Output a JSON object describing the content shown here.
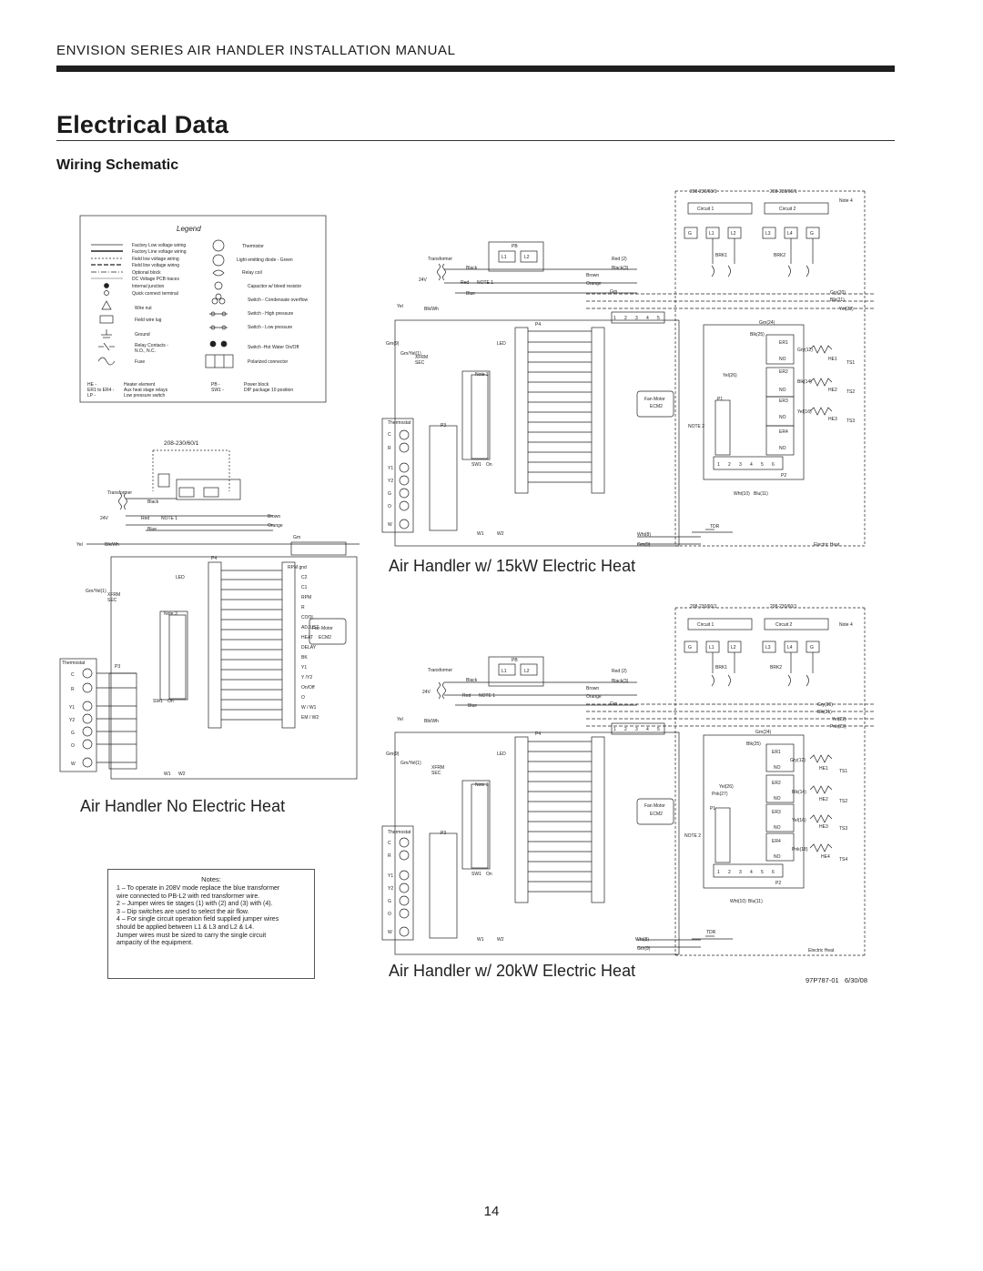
{
  "header": {
    "manual_title": "ENVISION SERIES AIR HANDLER INSTALLATION MANUAL",
    "section_title": "Electrical Data",
    "subsection_title": "Wiring Schematic"
  },
  "legend": {
    "title": "Legend",
    "left_items": [
      "Factory Low voltage wiring",
      "Factory Line voltage wiring",
      "Field low voltage wiring",
      "Field line voltage wiring",
      "Optional block",
      "DC Voltage PCB traces",
      "Internal junction",
      "Quick connect terminal",
      "Wire nut",
      "Field wire lug",
      "Ground",
      "Relay Contacts - N.O., N.C.",
      "Fuse"
    ],
    "right_items": [
      "Thermistor",
      "Light emitting diode - Green",
      "Relay coil",
      "Capacitor w/ bleed resistor",
      "Switch - Condensate overflow",
      "Switch - High pressure",
      "Switch - Low pressure",
      "Switch -Hot Water On/Off",
      "Polarized connector"
    ],
    "abbrev": [
      {
        "code": "HE -",
        "desc": "Heater element"
      },
      {
        "code": "ER1 to ER4 -",
        "desc": "Aux heat stage relays"
      },
      {
        "code": "LP -",
        "desc": "Low pressure switch"
      },
      {
        "code": "PB -",
        "desc": "Power block"
      },
      {
        "code": "SW1 -",
        "desc": "DIP package 10 position"
      }
    ]
  },
  "diagrams": {
    "no_heat": {
      "caption": "Air Handler No Electric Heat",
      "voltage": "208-230/60/1",
      "labels": [
        "Transformer",
        "24V",
        "Black",
        "Red",
        "NOTE 1",
        "Blue",
        "Brown",
        "Orange",
        "Grn",
        "Yel",
        "Blk/Wh",
        "P4",
        "LED",
        "XFRM SEC",
        "Note 3",
        "SW1 On",
        "Thermostat",
        "P3",
        "Fan Motor",
        "ECM2",
        "W1",
        "W2"
      ],
      "terminals": [
        "RPM gnd",
        "C2",
        "C1",
        "RPM",
        "R",
        "COOL",
        "ADJUST",
        "HEAT",
        "DELAY",
        "BK",
        "Y1",
        "Y /Y2",
        "On/Off",
        "O",
        "W / W1",
        "EM / W2"
      ],
      "thermostat": [
        "C",
        "R",
        "Y1",
        "Y2",
        "G",
        "O",
        "W"
      ]
    },
    "heat_15kw": {
      "caption": "Air Handler w/ 15kW Electric Heat",
      "circuit_1": "Circuit 1",
      "circuit_2": "Circuit 2",
      "voltage_1": "208-230/60/1",
      "voltage_2": "208-230/60/1",
      "note": "Note 4",
      "wires": [
        "Gry(20)",
        "Blk(21)",
        "Yel(22)",
        "Grn(24)",
        "Blk(25)",
        "Yel(26)",
        "Wht(10)",
        "Blu(11)",
        "Wht(8)",
        "Grn(9)",
        "Grn/Yel(1)",
        "Grn(9)"
      ],
      "relays": [
        "ER1",
        "ER2",
        "ER3",
        "ER4",
        "NO",
        "HE1",
        "HE2",
        "HE3",
        "TS1",
        "TS2",
        "TS3",
        "BRK1",
        "BRK2",
        "P1",
        "P2",
        "NOTE 2",
        "TDR"
      ],
      "label": "Electric Heat"
    },
    "heat_20kw": {
      "caption": "Air Handler w/ 20kW Electric Heat",
      "circuit_1": "Circuit 1",
      "circuit_2": "Circuit 2",
      "voltage_1": "208-230/60/1",
      "voltage_2": "208-230/60/1",
      "note": "Note 4",
      "wires": [
        "Gry(20)",
        "Blk(21)",
        "Yel(22)",
        "Pnk(23)",
        "Grn(24)",
        "Blk(25)",
        "Yel(26)",
        "Pnk(27)",
        "Wht(10)",
        "Blu(11)"
      ],
      "relays": [
        "ER1",
        "ER2",
        "ER3",
        "ER4",
        "HE1",
        "HE2",
        "HE3",
        "HE4",
        "TS1",
        "TS2",
        "TS3",
        "TS4"
      ],
      "label": "Electric Heat"
    }
  },
  "notes": {
    "title": "Notes:",
    "lines": [
      "1 – To operate in 208V mode replace the blue transformer",
      "      wire connected to PB-L2 with red transformer wire.",
      "2 – Jumper wires tie stages (1) with (2) and (3) with (4).",
      "3 – Dip switches are used to select the air flow.",
      "4 – For single circuit operation field supplied jumper wires",
      "      should be applied between L1 & L3 and L2 & L4.",
      "      Jumper wires must be sized to carry the single circuit",
      "      ampacity of the equipment."
    ]
  },
  "footer": {
    "doc_code": "97P787-01",
    "date": "6/30/08",
    "page_number": "14"
  },
  "colors": {
    "ink": "#1a1a1a",
    "rule": "#1f1f1f"
  }
}
